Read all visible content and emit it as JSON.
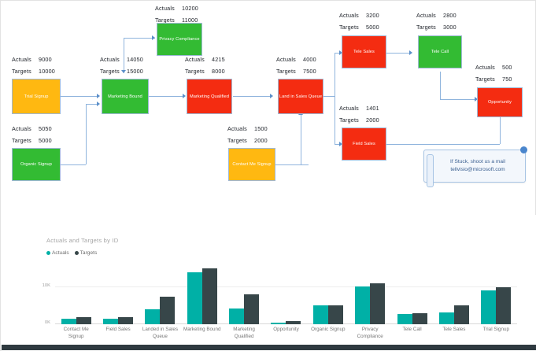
{
  "diagram": {
    "nodes": [
      {
        "id": "trial-signup",
        "label": "Trial Signup",
        "color": "orange",
        "actuals_label": "Actuals",
        "actuals": "9000",
        "targets_label": "Targets",
        "targets": "10000"
      },
      {
        "id": "organic-signup",
        "label": "Organic Signup",
        "color": "green",
        "actuals_label": "Actuals",
        "actuals": "5050",
        "targets_label": "Targets",
        "targets": "5000"
      },
      {
        "id": "marketing-bound",
        "label": "Marketing Bound",
        "color": "green",
        "actuals_label": "Actuals",
        "actuals": "14050",
        "targets_label": "Targets",
        "targets": "15000"
      },
      {
        "id": "privacy-compliance",
        "label": "Privacy Compliance",
        "color": "green",
        "actuals_label": "Actuals",
        "actuals": "10200",
        "targets_label": "Targets",
        "targets": "11000"
      },
      {
        "id": "marketing-qualified",
        "label": "Marketing Qualified",
        "color": "red",
        "actuals_label": "Actuals",
        "actuals": "4215",
        "targets_label": "Targets",
        "targets": "8000"
      },
      {
        "id": "contact-me-signup",
        "label": "Contact Me Signup",
        "color": "orange",
        "actuals_label": "Actuals",
        "actuals": "1500",
        "targets_label": "Targets",
        "targets": "2000"
      },
      {
        "id": "land-in-sales-queue",
        "label": "Land in Sales Queue",
        "color": "red",
        "actuals_label": "Actuals",
        "actuals": "4000",
        "targets_label": "Targets",
        "targets": "7500"
      },
      {
        "id": "tele-sales",
        "label": "Tele Sales",
        "color": "red",
        "actuals_label": "Actuals",
        "actuals": "3200",
        "targets_label": "Targets",
        "targets": "5000"
      },
      {
        "id": "tele-call",
        "label": "Tele Call",
        "color": "green",
        "actuals_label": "Actuals",
        "actuals": "2800",
        "targets_label": "Targets",
        "targets": "3000"
      },
      {
        "id": "field-sales",
        "label": "Field Sales",
        "color": "red",
        "actuals_label": "Actuals",
        "actuals": "1401",
        "targets_label": "Targets",
        "targets": "2000"
      },
      {
        "id": "opportunity",
        "label": "Opportunity",
        "color": "red",
        "actuals_label": "Actuals",
        "actuals": "500",
        "targets_label": "Targets",
        "targets": "750"
      }
    ],
    "callout": {
      "line1": "If Stuck, shoot us a mail",
      "line2": "tellvisio@microsoft.com"
    }
  },
  "chart_data": {
    "type": "bar",
    "title": "Actuals and Targets by ID",
    "xlabel": "",
    "ylabel": "",
    "ylim": [
      0,
      15000
    ],
    "yticks": [
      "0K",
      "10K"
    ],
    "grid": true,
    "legend_position": "top-left",
    "categories": [
      "Contact Me Signup",
      "Field Sales",
      "Landed in Sales Queue",
      "Marketing Bound",
      "Marketing Qualified",
      "Opportunity",
      "Organic Signup",
      "Privacy Compliance",
      "Tele Call",
      "Tele Sales",
      "Trial Signup"
    ],
    "series": [
      {
        "name": "Actuals",
        "color": "#00b0a6",
        "values": [
          1500,
          1401,
          4000,
          14050,
          4215,
          500,
          5050,
          10200,
          2800,
          3200,
          9000
        ]
      },
      {
        "name": "Targets",
        "color": "#374649",
        "values": [
          2000,
          2000,
          7500,
          15000,
          8000,
          750,
          5000,
          11000,
          3000,
          5000,
          10000
        ]
      }
    ]
  }
}
